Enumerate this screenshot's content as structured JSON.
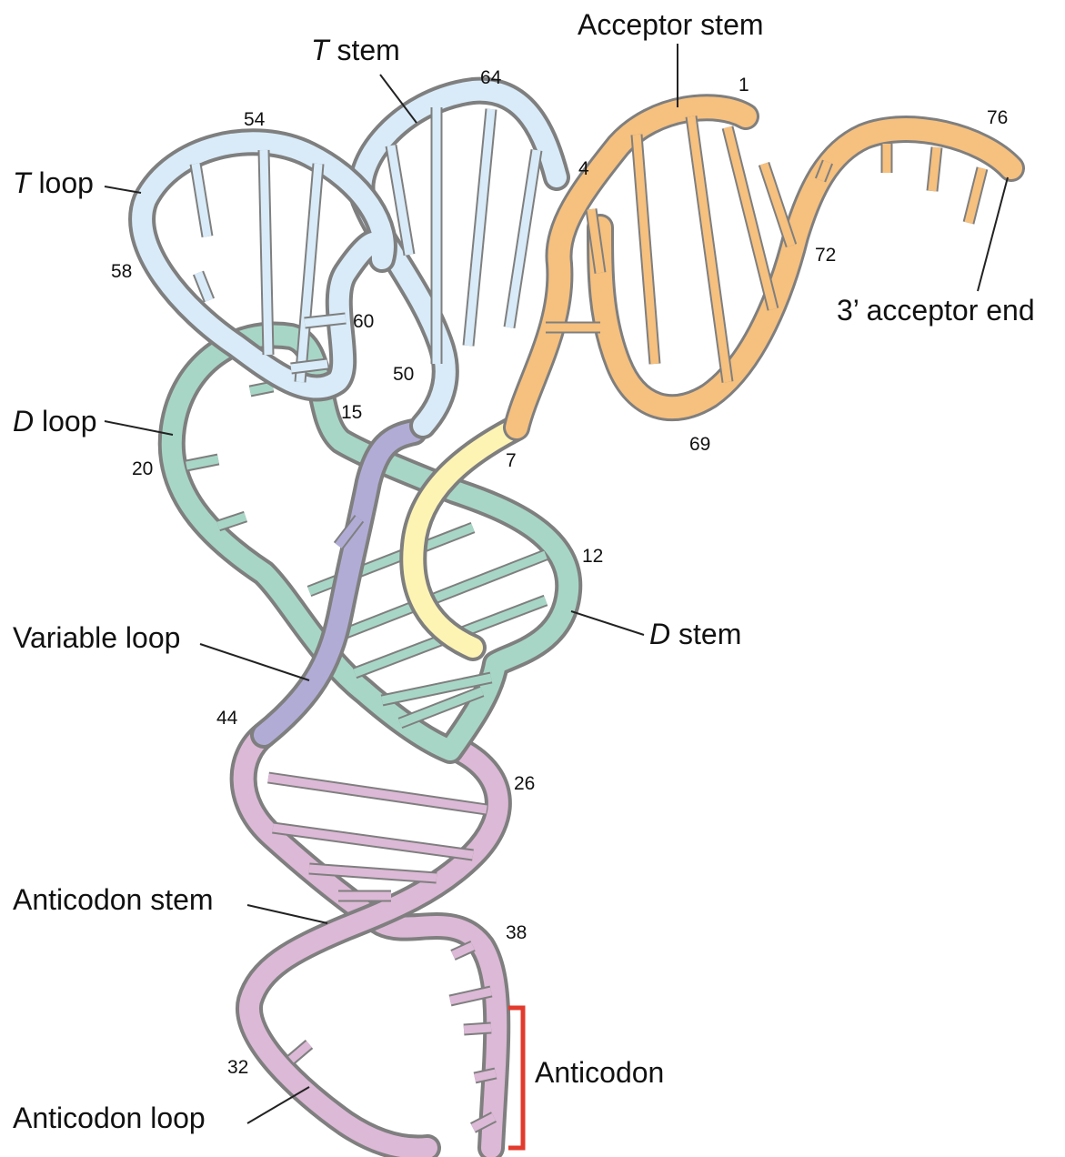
{
  "colors": {
    "acceptor": "#f6c07e",
    "t_arm": "#d9ebf8",
    "d_arm": "#a7d6c7",
    "variable": "#b1acd6",
    "anticodon": "#dcb9d6",
    "connector": "#fdf4b4",
    "bracket": "#e23b2e"
  },
  "labels": {
    "acceptor_stem": "Acceptor stem",
    "t_stem_italic": "T",
    "t_stem_rest": " stem",
    "t_loop_italic": "T",
    "t_loop_rest": " loop",
    "d_loop_italic": "D",
    "d_loop_rest": " loop",
    "d_stem_italic": "D",
    "d_stem_rest": " stem",
    "variable_loop": "Variable loop",
    "anticodon_stem": "Anticodon stem",
    "anticodon_loop": "Anticodon loop",
    "anticodon": "Anticodon",
    "acceptor_end": "3’ acceptor end"
  },
  "positions": {
    "n1": "1",
    "n4": "4",
    "n7": "7",
    "n12": "12",
    "n15": "15",
    "n20": "20",
    "n26": "26",
    "n32": "32",
    "n38": "38",
    "n44": "44",
    "n50": "50",
    "n54": "54",
    "n58": "58",
    "n60": "60",
    "n64": "64",
    "n69": "69",
    "n72": "72",
    "n76": "76"
  }
}
